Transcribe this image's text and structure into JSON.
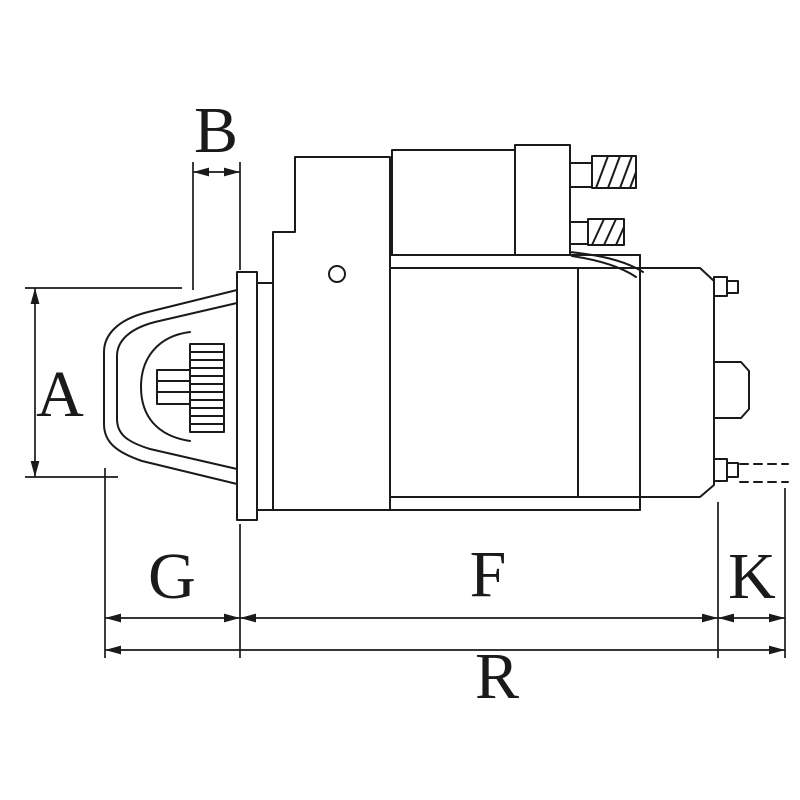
{
  "diagram": {
    "kind": "technical-dimension-drawing",
    "subject": "starter-motor-side-view",
    "background_color": "#ffffff",
    "line_color": "#1a1a1a",
    "dimension_labels": {
      "a": "A",
      "b": "B",
      "g": "G",
      "f": "F",
      "k": "K",
      "r": "R"
    }
  }
}
